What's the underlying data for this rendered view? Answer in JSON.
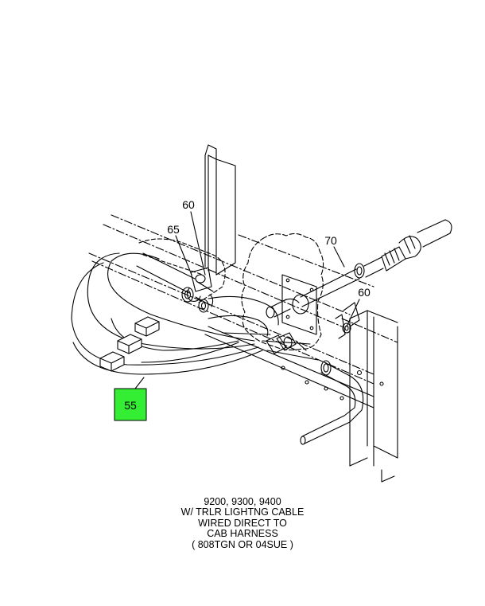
{
  "callouts": {
    "c55": "55",
    "c60a": "60",
    "c60b": "60",
    "c65": "65",
    "c70": "70"
  },
  "highlight_color": "#33ee33",
  "caption": {
    "line1": "9200, 9300, 9400",
    "line2": "W/ TRLR LIGHTNG CABLE",
    "line3": "WIRED DIRECT TO",
    "line4": "CAB HARNESS",
    "line5": "( 808TGN OR 04SUE )"
  }
}
